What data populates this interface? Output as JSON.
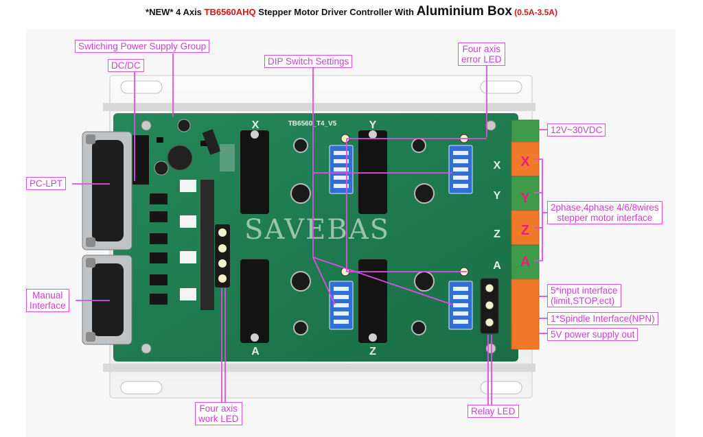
{
  "title": {
    "prefix": "*NEW* 4 Axis ",
    "model": "TB6560AHQ",
    "middle": " Stepper Motor Driver Controller With ",
    "box": "Aluminium Box",
    "range": " (0.5A-3.5A)"
  },
  "board": {
    "silkscreen_name": "TB6560_T4_V5",
    "axis_top_left": "X",
    "axis_top_right": "Y",
    "axis_bottom_left": "A",
    "axis_bottom_right": "Z",
    "terminal_letters": [
      "X",
      "Y",
      "Z",
      "A"
    ],
    "side_letters": [
      "X",
      "Y",
      "Z",
      "A"
    ],
    "watermark": "SAVEBAS"
  },
  "labels": {
    "switching_power": "Swtiching Power Supply Group",
    "dcdc": "DC/DC",
    "dip": "DIP Switch Settings",
    "error_led_line1": "Four axis",
    "error_led_line2": "error LED",
    "power_in": "12V~30VDC",
    "pc_lpt": "PC-LPT",
    "stepper_line1": "2phase,4phase 4/6/8wires",
    "stepper_line2": "stepper motor interface",
    "manual_line1": "Manual",
    "manual_line2": "Interface",
    "input_line1": "5*input interface",
    "input_line2": "(limit,STOP,ect)",
    "spindle": "1*Spindle Interface(NPN)",
    "five_v": "5V power supply out",
    "work_led_line1": "Four axis",
    "work_led_line2": "work LED",
    "relay_led": "Relay LED"
  },
  "colors": {
    "label_magenta": "#d23ad8",
    "title_red": "#d81414",
    "pcb_green": "#1f7a4b",
    "terminal_orange": "#f07a2a",
    "terminal_green": "#3f9a4a",
    "dip_blue": "#2f6fd6"
  }
}
